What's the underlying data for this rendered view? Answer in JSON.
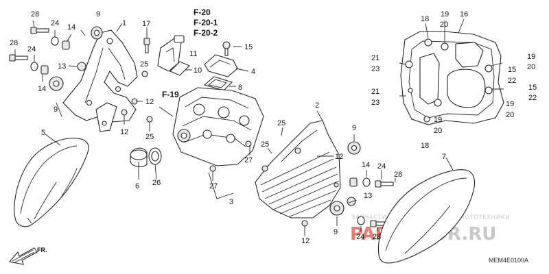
{
  "reference_codes": {
    "f20": "F-20",
    "f20_1": "F-20-1",
    "f20_2": "F-20-2",
    "f19": "F-19"
  },
  "direction_label": "FR.",
  "diagram_code": "MEM4E0100A",
  "watermark": {
    "subtitle": "ЗАПЧАСТИ И АКСЕССУАРЫ ДЛЯ МОТОТЕХНИКИ",
    "brand_left": "PARTS",
    "brand_right": "FOR.RU"
  },
  "callouts": [
    "28",
    "24",
    "14",
    "9",
    "1",
    "17",
    "28",
    "24",
    "13",
    "14",
    "9",
    "25",
    "10",
    "11",
    "15",
    "4",
    "8",
    "12",
    "12",
    "25",
    "5",
    "6",
    "26",
    "27",
    "27",
    "3",
    "2",
    "9",
    "25",
    "25",
    "12",
    "14",
    "24",
    "28",
    "13",
    "9",
    "24",
    "28",
    "12",
    "7",
    "18",
    "19",
    "16",
    "20",
    "21",
    "23",
    "21",
    "23",
    "19",
    "20",
    "15",
    "22",
    "15",
    "22",
    "19",
    "20",
    "19",
    "20",
    "18"
  ]
}
